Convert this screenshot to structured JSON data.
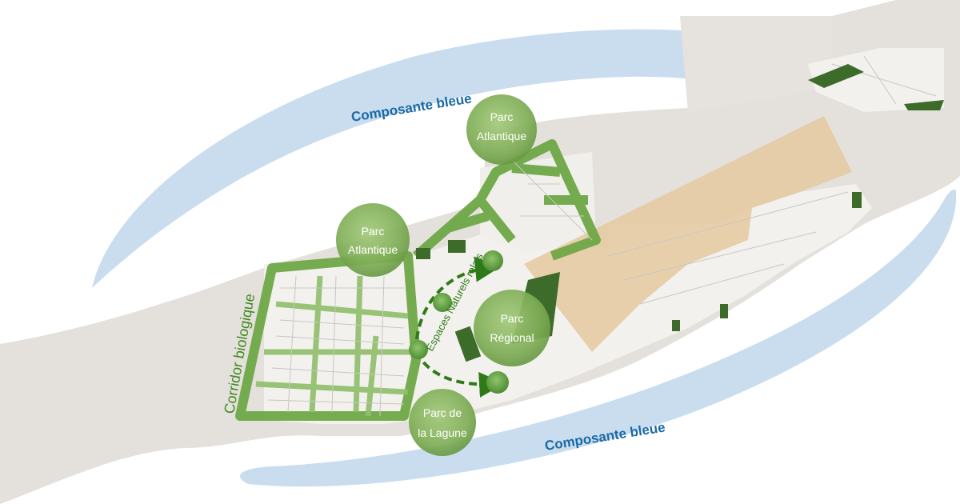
{
  "labels": {
    "composante_bleue_top": "Composante bleue",
    "composante_bleue_bottom": "Composante bleue",
    "corridor": "Corridor biologique",
    "espaces": "Espaces Naturels relais"
  },
  "parks": [
    {
      "id": "parc-atlantique-top",
      "line1": "Parc",
      "line2": "Atlantique"
    },
    {
      "id": "parc-atlantique-left",
      "line1": "Parc",
      "line2": "Atlantique"
    },
    {
      "id": "parc-regional",
      "line1": "Parc",
      "line2": "Régional"
    },
    {
      "id": "parc-lagune",
      "line1": "Parc de",
      "line2": "la Lagune"
    }
  ],
  "colors": {
    "water_ring": "#c9ddef",
    "land": "#e4e0dc",
    "urban": "#f3f1ee",
    "green_corridor": "#6fa847",
    "green_dark": "#3d6b2a",
    "park_bubble": "#7fae56",
    "tan_zone": "#e5c9a0",
    "blue_text": "#1a6aa6",
    "green_text": "#3f8a1e"
  }
}
